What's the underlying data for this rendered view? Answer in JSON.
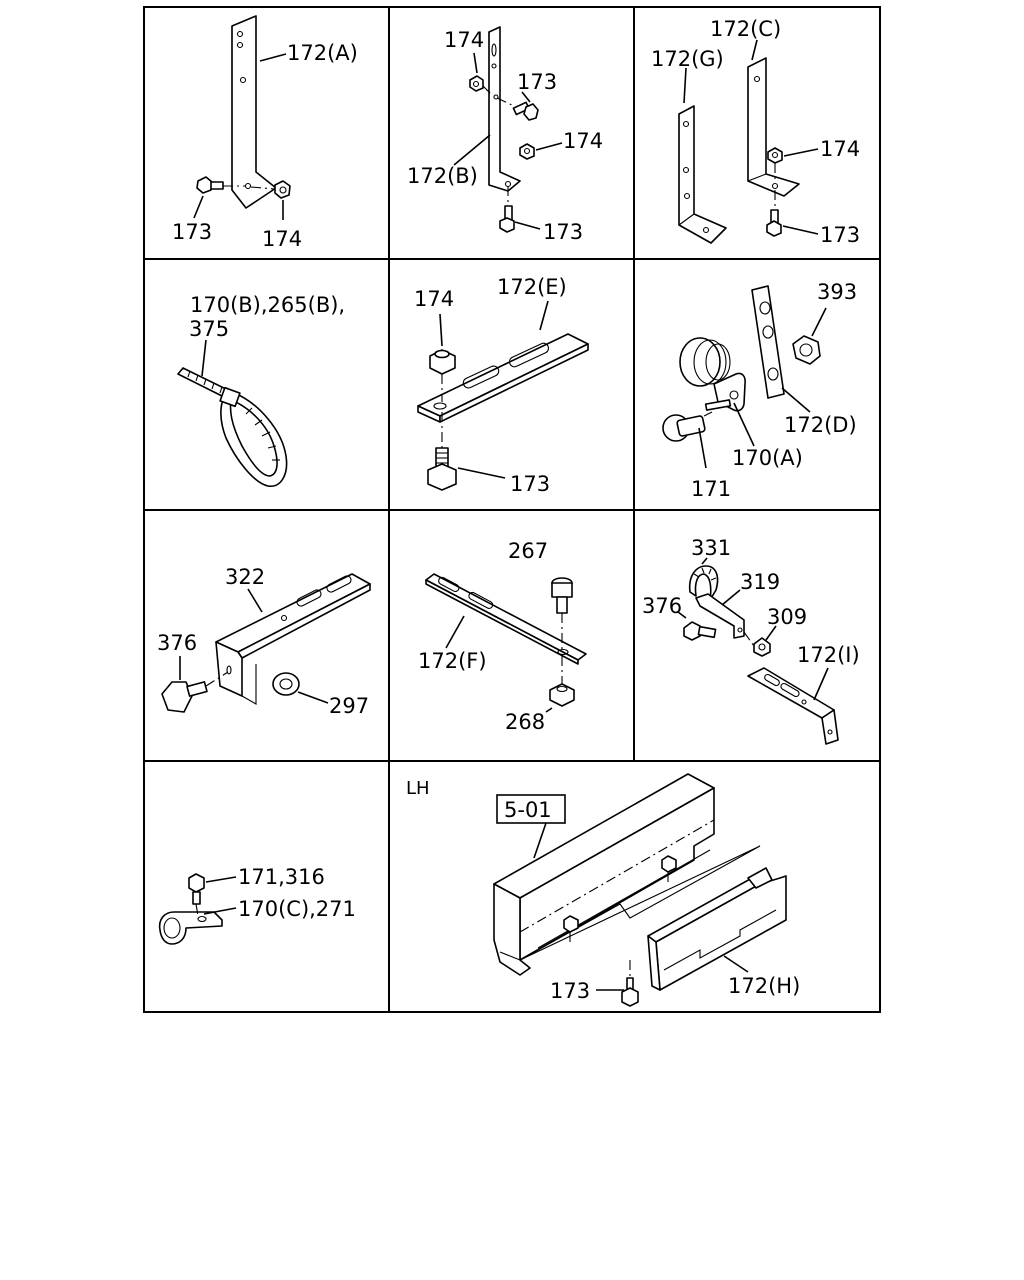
{
  "panels": [
    {
      "id": "p1",
      "labels": {
        "a": "172(A)",
        "b": "173",
        "c": "174"
      }
    },
    {
      "id": "p2",
      "labels": {
        "a": "174",
        "b": "173",
        "c": "174",
        "d": "172(B)",
        "e": "173"
      }
    },
    {
      "id": "p3",
      "labels": {
        "a": "172(C)",
        "b": "172(G)",
        "c": "174",
        "d": "173"
      }
    },
    {
      "id": "p4",
      "labels": {
        "a": "170(B),265(B),",
        "b": "375"
      }
    },
    {
      "id": "p5",
      "labels": {
        "a": "174",
        "b": "172(E)",
        "c": "173"
      }
    },
    {
      "id": "p6",
      "labels": {
        "a": "393",
        "b": "172(D)",
        "c": "170(A)",
        "d": "171"
      }
    },
    {
      "id": "p7",
      "labels": {
        "a": "322",
        "b": "376",
        "c": "297"
      }
    },
    {
      "id": "p8",
      "labels": {
        "a": "267",
        "b": "172(F)",
        "c": "268"
      }
    },
    {
      "id": "p9",
      "labels": {
        "a": "331",
        "b": "319",
        "c": "376",
        "d": "309",
        "e": "172(I)"
      }
    },
    {
      "id": "p10",
      "labels": {
        "a": "171,316",
        "b": "170(C),271"
      }
    },
    {
      "id": "p11",
      "labels": {
        "side": "LH",
        "ref": "5-01",
        "a": "173",
        "b": "172(H)"
      }
    }
  ]
}
